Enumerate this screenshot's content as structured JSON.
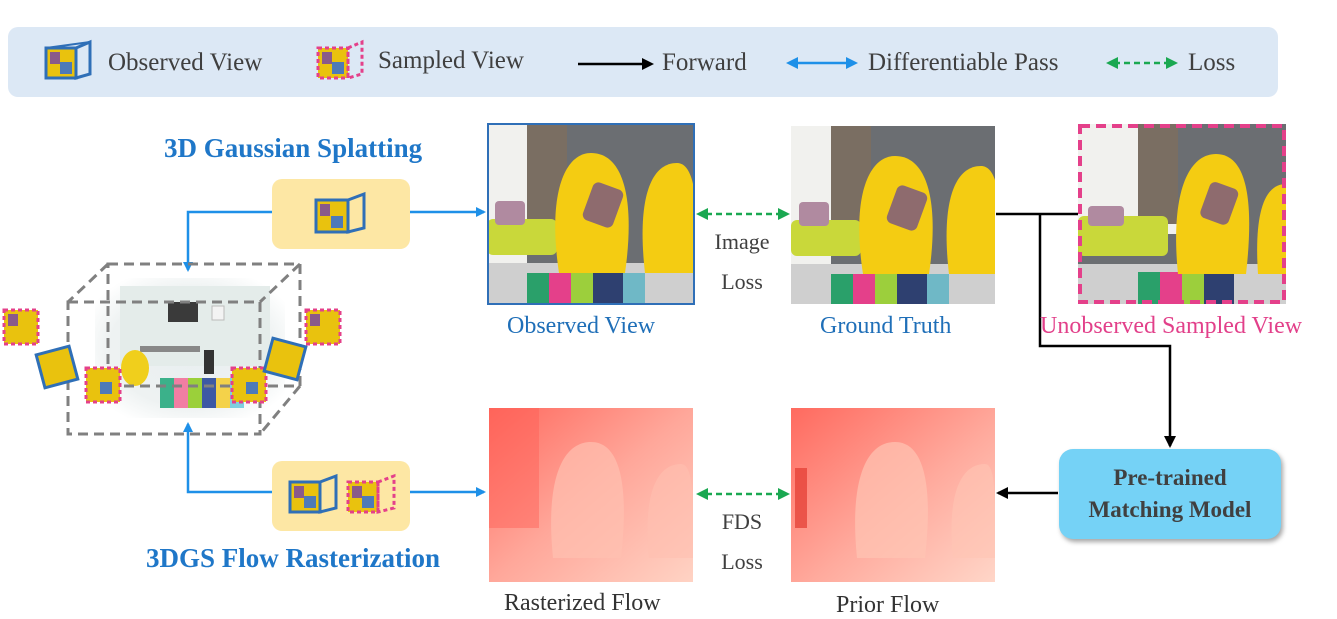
{
  "legend": {
    "observed_view": "Observed View",
    "sampled_view": "Sampled View",
    "forward": "Forward",
    "differentiable_pass": "Differentiable Pass",
    "loss": "Loss"
  },
  "titles": {
    "gaussian_splatting": "3D Gaussian Splatting",
    "flow_rasterization": "3DGS Flow Rasterization"
  },
  "captions": {
    "observed_view": "Observed View",
    "ground_truth": "Ground Truth",
    "unobserved_sampled_view": "Unobserved Sampled View",
    "rasterized_flow": "Rasterized Flow",
    "prior_flow": "Prior Flow"
  },
  "losses": {
    "image_loss_line1": "Image",
    "image_loss_line2": "Loss",
    "fds_loss_line1": "FDS",
    "fds_loss_line2": "Loss"
  },
  "model": {
    "line1": "Pre-trained",
    "line2": "Matching Model"
  },
  "colors": {
    "differentiable": "#1e90e8",
    "loss": "#1aa851",
    "forward": "#000000",
    "observed_border": "#2f6fb7",
    "sampled_border": "#e4408a",
    "model_box": "#75d2f6",
    "legend_bg": "#dce8f5",
    "camera_box": "#fde7a4"
  }
}
